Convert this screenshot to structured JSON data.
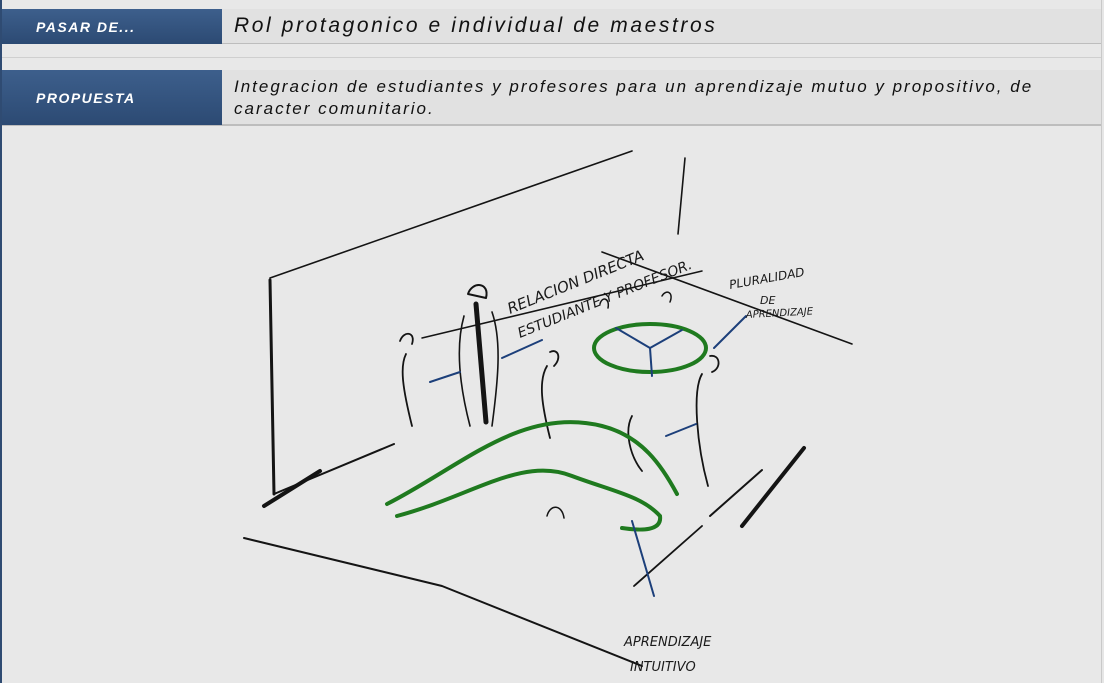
{
  "rows": [
    {
      "label": "PASAR DE...",
      "content": "Rol protagonico e individual de maestros"
    },
    {
      "label": "PROPUESTA",
      "content": "Integracion de estudiantes y profesores para un aprendizaje mutuo y propositivo, de caracter comunitario."
    }
  ],
  "sketch": {
    "annotation_relation_line1": "RELACION DIRECTA",
    "annotation_relation_line2": "ESTUDIANTE Y PROFESOR.",
    "annotation_plurality_line1": "PLURALIDAD",
    "annotation_plurality_line2": "DE",
    "annotation_plurality_line3": "APRENDIZAJE",
    "annotation_intuitive_line1": "APRENDIZAJE",
    "annotation_intuitive_line2": "INTUITIVO"
  },
  "colors": {
    "header_blue": "#2f4b72",
    "sketch_green": "#1f7a1f",
    "sketch_arrow": "#1c3f7a"
  }
}
